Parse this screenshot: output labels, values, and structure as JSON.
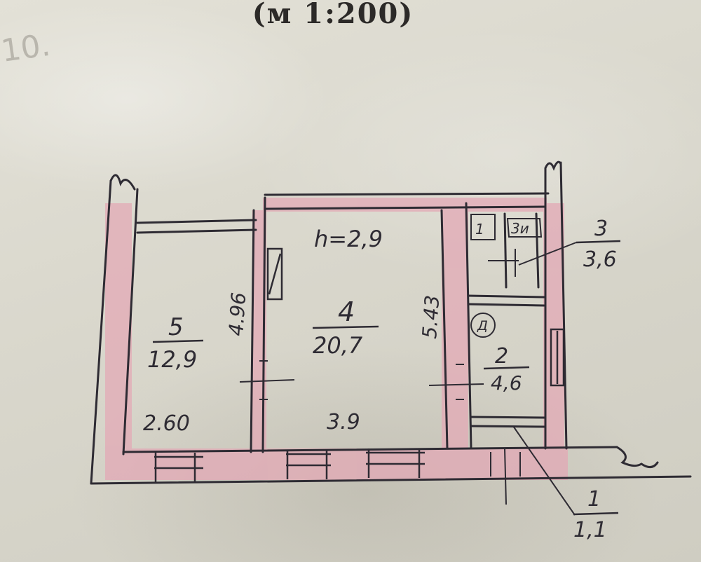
{
  "header": {
    "scale": "(м 1:200)"
  },
  "corner_mark": "10.",
  "ceiling_height": "h=2,9",
  "rooms": [
    {
      "number": "5",
      "area": "12,9"
    },
    {
      "number": "4",
      "area": "20,7"
    },
    {
      "number": "3",
      "area": "3,6"
    },
    {
      "number": "2",
      "area": "4,6"
    },
    {
      "number": "1",
      "area": "1,1"
    }
  ],
  "dimensions": {
    "room5_width": "2.60",
    "room5_length": "4.96",
    "room4_width": "3.9",
    "room4_length": "5.43"
  },
  "marks": {
    "wc_label": "3и",
    "small_box": "1",
    "circle_mark": "Д"
  },
  "colors": {
    "wall_highlight": "#e3a9b6",
    "ink": "#2e2b33",
    "paper": "#dcdacf"
  }
}
